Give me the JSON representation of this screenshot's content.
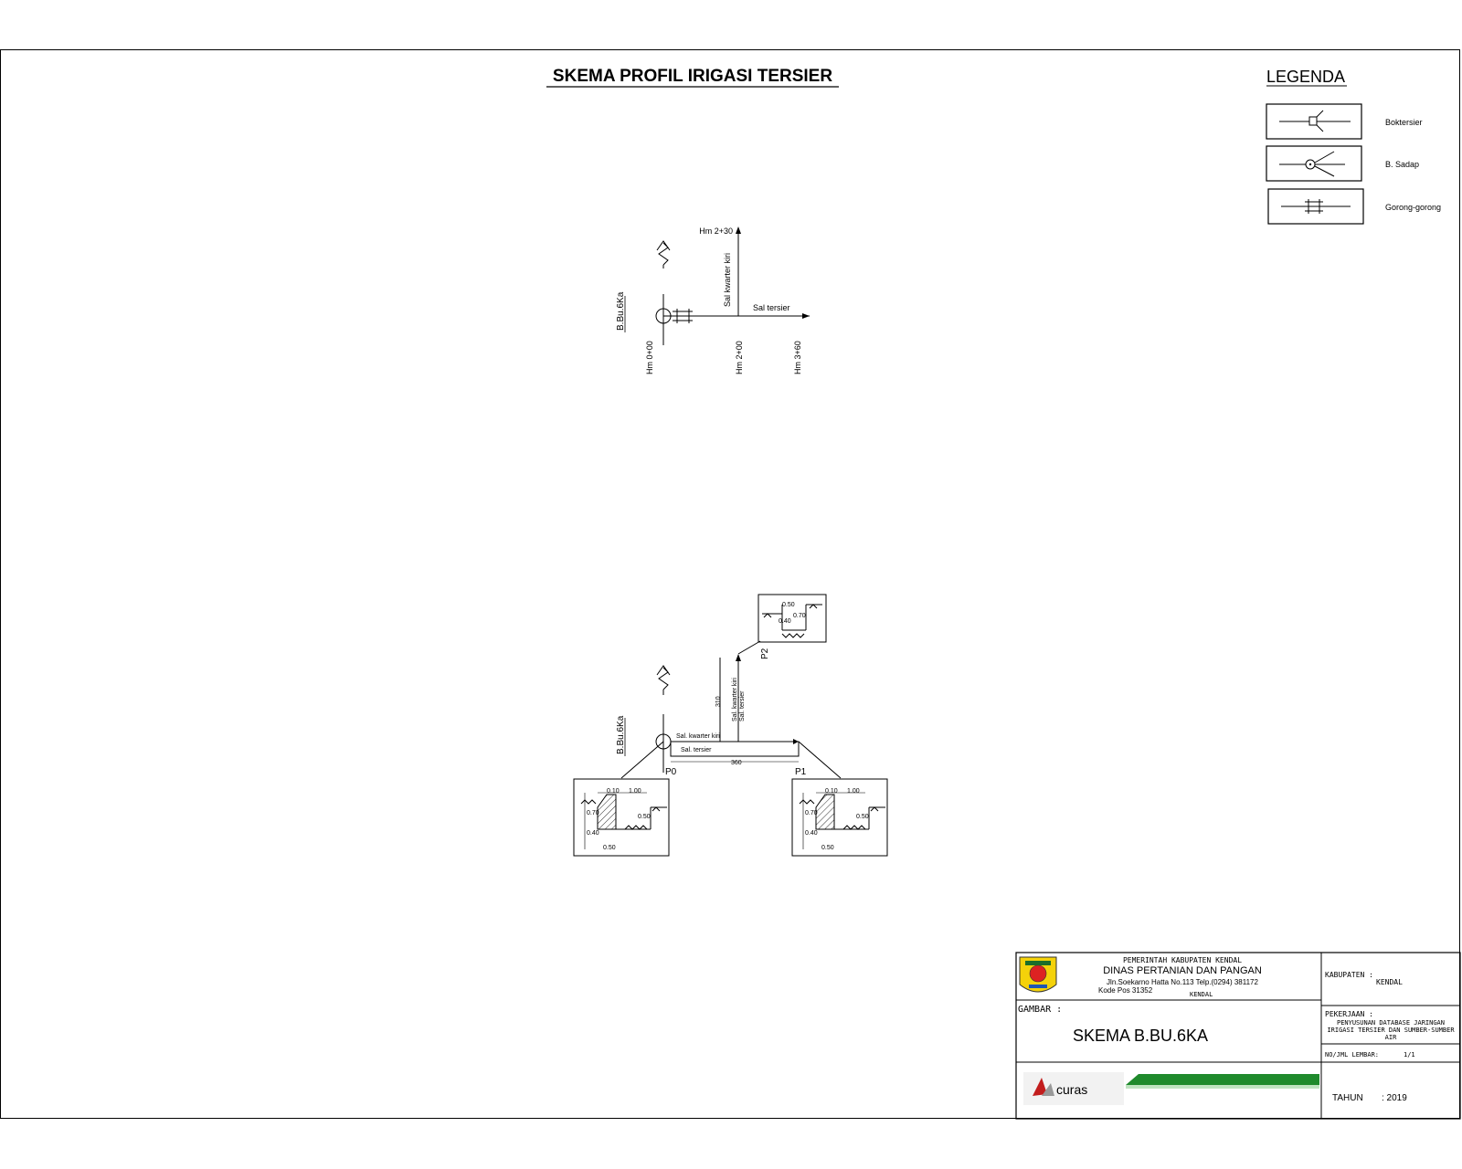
{
  "title": "SKEMA PROFIL IRIGASI TERSIER",
  "legend": {
    "title": "LEGENDA",
    "items": [
      {
        "label": "Boktersier",
        "icon": "box-tersier-symbol-icon"
      },
      {
        "label": "B. Sadap",
        "icon": "bangunan-sadap-symbol-icon"
      },
      {
        "label": "Gorong-gorong",
        "icon": "culvert-symbol-icon"
      }
    ]
  },
  "schema": {
    "bangunan": "B.Bu.6Ka",
    "hm_top": "Hm 2+30",
    "sal_kwarter": "Sal kwarter kiri",
    "sal_tersier": "Sal tersier",
    "stations": [
      "Hm 0+00",
      "Hm 2+00",
      "Hm 3+60"
    ]
  },
  "profile": {
    "bangunan": "B.Bu.6Ka",
    "points": [
      "P0",
      "P1",
      "P2"
    ],
    "len_horizontal": "360",
    "len_vertical": "310",
    "dims": {
      "d10": "0.10",
      "d100": "1.00",
      "d70": "0.70",
      "d40": "0.40",
      "d50": "0.50"
    }
  },
  "title_block": {
    "gov": "PEMERINTAH KABUPATEN KENDAL",
    "agency": "DINAS PERTANIAN DAN PANGAN",
    "address1": "Jln.Soekarno Hatta No.113 Telp.(0294) 381172",
    "address2": "Kode Pos 31352",
    "city": "KENDAL",
    "gambar_label": "GAMBAR :",
    "gambar_value": "SKEMA B.BU.6KA",
    "kabupaten_label": "KABUPATEN :",
    "kabupaten_value": "KENDAL",
    "pekerjaan_label": "PEKERJAAN :",
    "pekerjaan_value1": "PENYUSUNAN DATABASE JARINGAN",
    "pekerjaan_value2": "IRIGASI TERSIER DAN SUMBER-SUMBER",
    "pekerjaan_value3": "AIR",
    "lembar_label": "NO/JML LEMBAR:",
    "lembar_value": "1/1",
    "tahun_label": "TAHUN",
    "tahun_value": ": 2019",
    "consultant": "curas"
  }
}
